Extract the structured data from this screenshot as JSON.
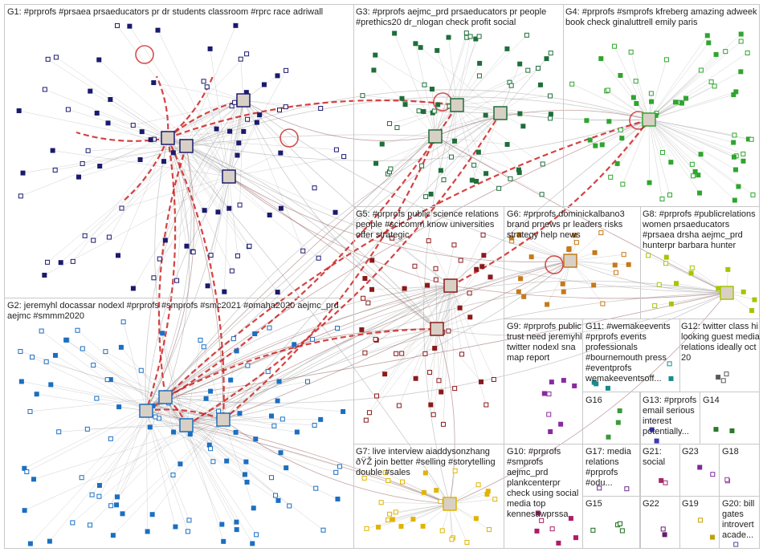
{
  "groups": [
    {
      "id": "G1",
      "label": "G1: #prprofs #prsaea prsaeducators pr dr students classroom #rprc race adriwall",
      "color": "#1a1a6e"
    },
    {
      "id": "G2",
      "label": "G2: jeremyhl docassar nodexl #prprofs #smprofs #smc2021 #omaha2020 aejmc_prd aejmc #smmm2020",
      "color": "#1b6fc2"
    },
    {
      "id": "G3",
      "label": "G3: #prprofs aejmc_prd prsaeducators pr people #prethics20 dr_nlogan check profit social",
      "color": "#1f6e3a"
    },
    {
      "id": "G4",
      "label": "G4: #prprofs #smprofs kfreberg amazing adweek book check ginaluttrell emily paris",
      "color": "#2fa52f"
    },
    {
      "id": "G5",
      "label": "G5: #prprofs public science relations people #scicomm know universities offer strategic",
      "color": "#8b1a1a"
    },
    {
      "id": "G6",
      "label": "G6: #prprofs dominickalbano3 brand prnews pr leaders risks strategy help news",
      "color": "#c47a1a"
    },
    {
      "id": "G7",
      "label": "G7: live interview aiaddysonzhang ðŸŽ join better #selling #storytelling double #sales",
      "color": "#e0b400"
    },
    {
      "id": "G8",
      "label": "G8: #prprofs #publicrelations women prsaeducators #prsaea drsha aejmc_prd hunterpr barbara hunter",
      "color": "#a8c400"
    },
    {
      "id": "G9",
      "label": "G9: #prprofs public trust need jeremyhl twitter nodexl sna map report",
      "color": "#8a2aa0"
    },
    {
      "id": "G10",
      "label": "G10: #prprofs #smprofs aejmc_prd plankcenterpr check using social media top kennesawprssa",
      "color": "#b01a6a"
    },
    {
      "id": "G11",
      "label": "G11: #wemakeevents #prprofs events professionals #bournemouth press #eventprofs wemakeeventsoff...",
      "color": "#1a8a8a"
    },
    {
      "id": "G12",
      "label": "G12: twitter class hi looking guest media relations ideally oct 20",
      "color": "#5a5a5a"
    },
    {
      "id": "G13",
      "label": "G13: #prprofs email serious interest potentially...",
      "color": "#3a3ab0"
    },
    {
      "id": "G14",
      "label": "G14",
      "color": "#2a7a2a"
    },
    {
      "id": "G15",
      "label": "G15",
      "color": "#1a6a1a"
    },
    {
      "id": "G16",
      "label": "G16",
      "color": "#3a9a3a"
    },
    {
      "id": "G17",
      "label": "G17: media relations #prprofs #odu...",
      "color": "#6a2a8a"
    },
    {
      "id": "G18",
      "label": "G18",
      "color": "#9a3a9a"
    },
    {
      "id": "G19",
      "label": "G19",
      "color": "#c0a000"
    },
    {
      "id": "G20",
      "label": "G20: bill gates introvert acade...",
      "color": "#4a4aa0"
    },
    {
      "id": "G21",
      "label": "G21: social",
      "color": "#a02a6a"
    },
    {
      "id": "G22",
      "label": "G22",
      "color": "#6a1a6a"
    },
    {
      "id": "G23",
      "label": "G23",
      "color": "#7a2a9a"
    }
  ],
  "colors": {
    "edge_gray": "#9a9a9a",
    "edge_red": "#cc2222",
    "edge_brown": "#8a4a4a",
    "box_border": "#c8c8c8"
  }
}
